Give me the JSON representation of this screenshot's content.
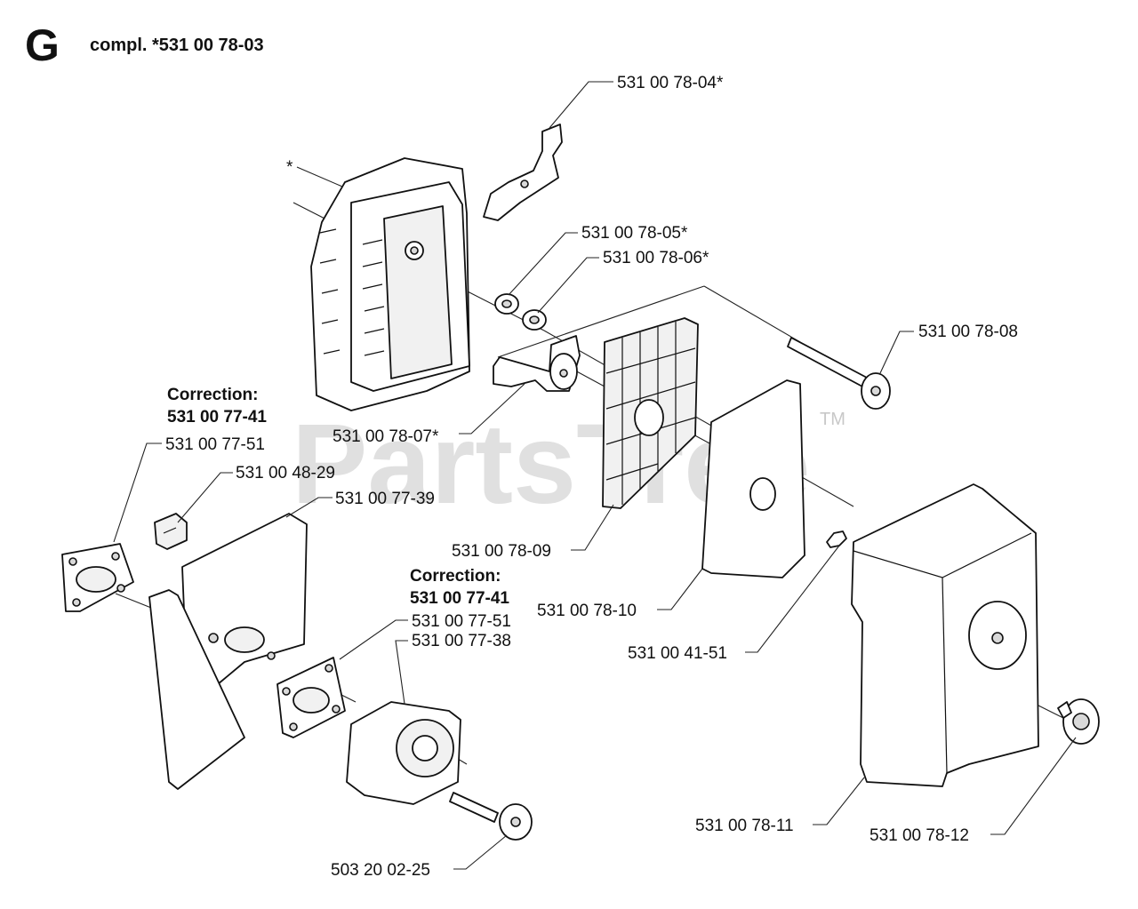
{
  "section_letter": "G",
  "title": "compl. *531 00 78-03",
  "watermark": "PartsTree",
  "watermark_tm": "TM",
  "labels": {
    "p_7804": "531 00 78-04*",
    "star": "*",
    "p_7805": "531 00 78-05*",
    "p_7806": "531 00 78-06*",
    "p_7808": "531 00 78-08",
    "p_7807": "531 00 78-07*",
    "corr1_heading": "Correction:",
    "corr1_value": "531 00 77-41",
    "p_7751_a": "531 00 77-51",
    "p_4829": "531 00 48-29",
    "p_7739": "531 00 77-39",
    "p_7809": "531 00 78-09",
    "corr2_heading": "Correction:",
    "corr2_value": "531 00 77-41",
    "p_7751_b": "531 00 77-51",
    "p_7738": "531 00 77-38",
    "p_7810": "531 00 78-10",
    "p_4151": "531 00 41-51",
    "p_7811": "531 00 78-11",
    "p_7812": "531 00 78-12",
    "p_0225": "503 20 02-25"
  }
}
